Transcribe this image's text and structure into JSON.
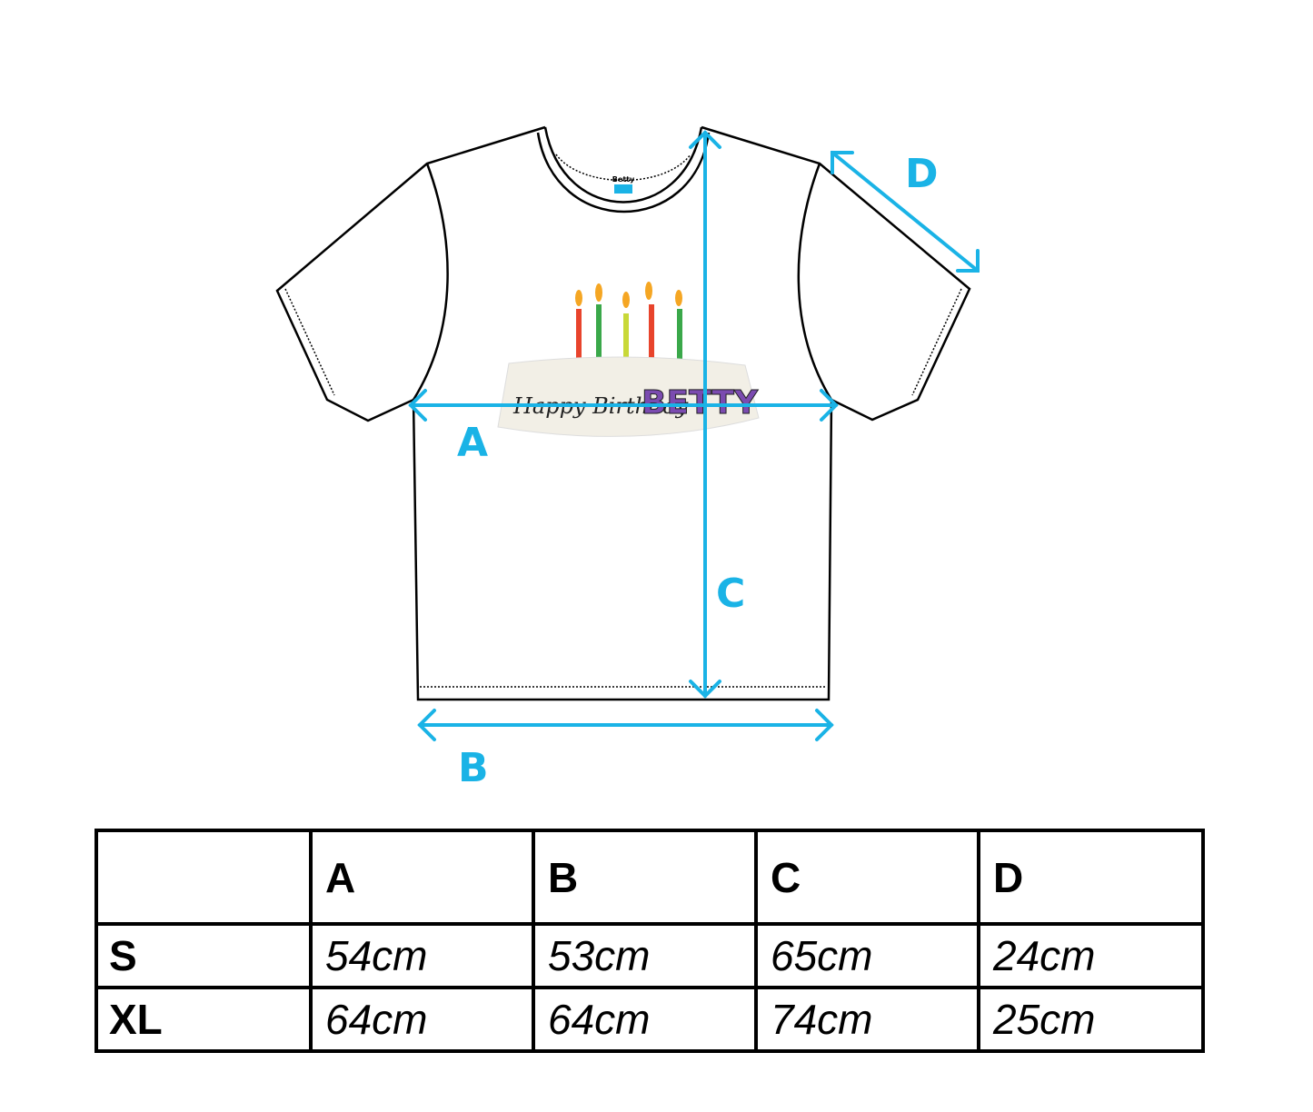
{
  "diagram": {
    "labels": {
      "a": "A",
      "b": "B",
      "c": "C",
      "d": "D"
    },
    "print_text": {
      "line1": "Happy Birthday",
      "line2": "BETTY"
    },
    "tag_brand": "Betty",
    "colors": {
      "measure": "#1ab3e6",
      "outline": "#000000",
      "name_print": "#7b4bb0"
    }
  },
  "size_table": {
    "headers": [
      "",
      "A",
      "B",
      "C",
      "D"
    ],
    "rows": [
      {
        "size": "S",
        "values": [
          "54cm",
          "53cm",
          "65cm",
          "24cm"
        ]
      },
      {
        "size": "XL",
        "values": [
          "64cm",
          "64cm",
          "74cm",
          "25cm"
        ]
      }
    ]
  }
}
